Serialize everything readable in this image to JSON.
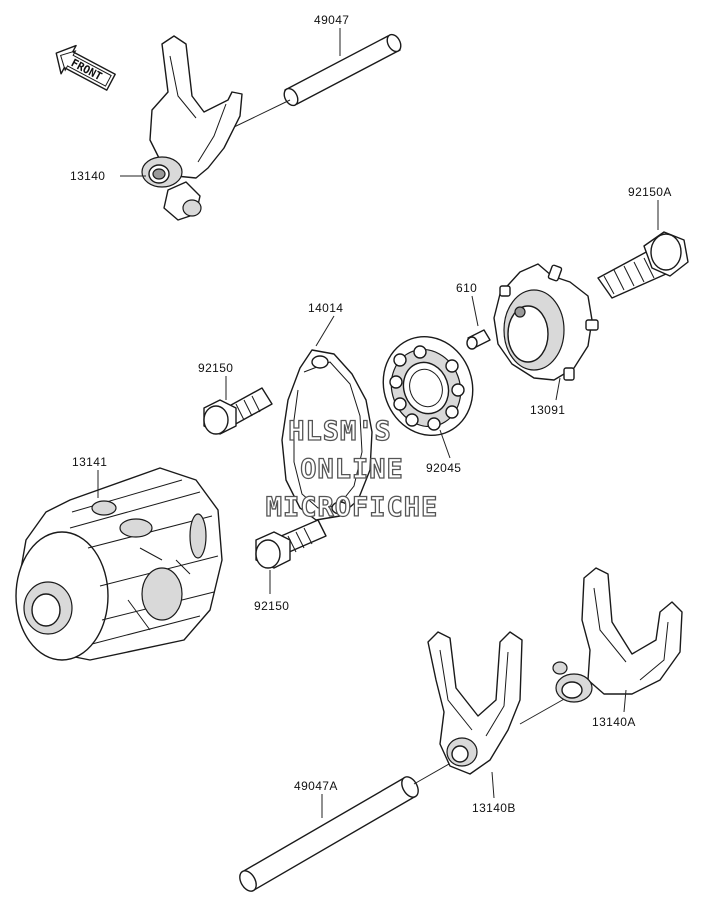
{
  "front_badge": "FRONT",
  "watermark": [
    "HLSM'S",
    "ONLINE",
    "MICROFICHE"
  ],
  "parts": {
    "p49047": "49047",
    "p13140": "13140",
    "p92150A": "92150A",
    "p14014": "14014",
    "p610": "610",
    "p92150_top": "92150",
    "p13091": "13091",
    "p92045": "92045",
    "p13141": "13141",
    "p92150_bottom": "92150",
    "p13140A": "13140A",
    "p49047A": "49047A",
    "p13140B": "13140B"
  }
}
